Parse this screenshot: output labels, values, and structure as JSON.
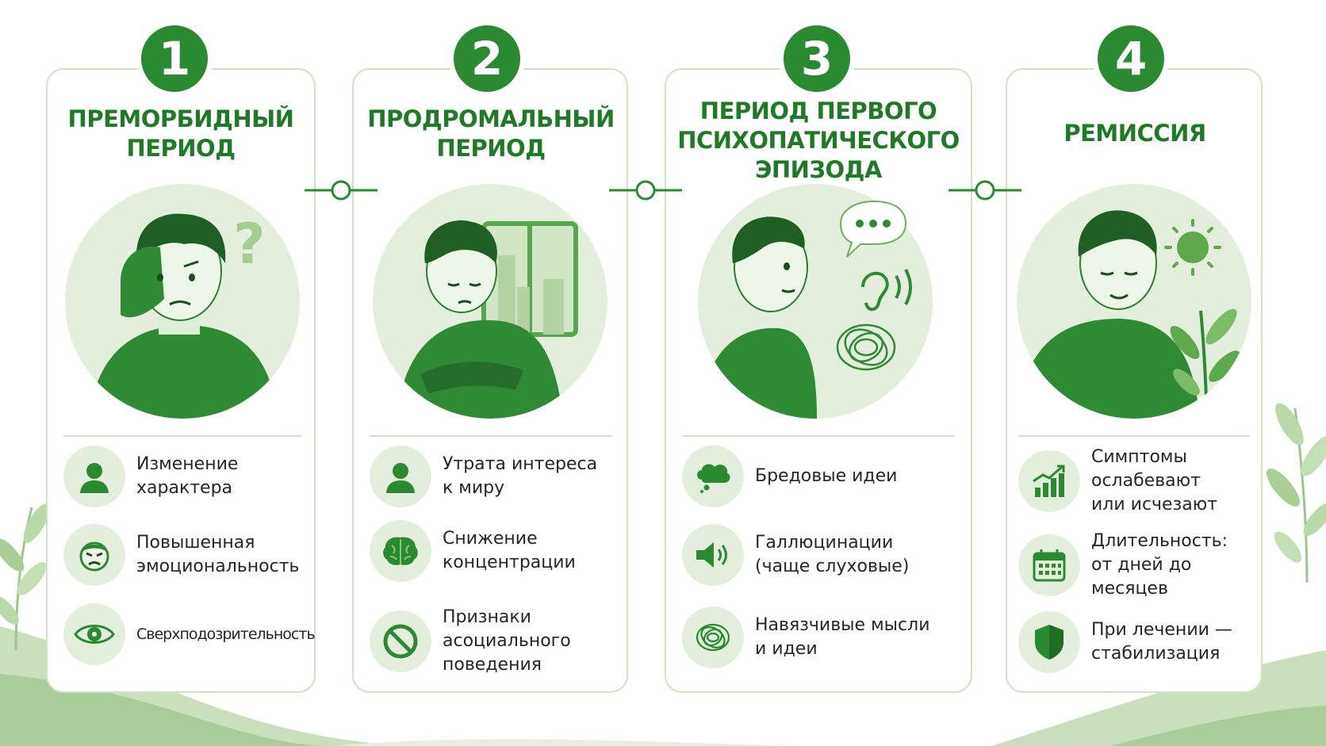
{
  "colors": {
    "primary": "#2a8a2f",
    "title": "#1f7a26",
    "soft": "#e3efdc",
    "border": "#cfe4c4"
  },
  "stages": [
    {
      "number": "1",
      "title": [
        "ПРЕМОРБИДНЫЙ",
        "ПЕРИОД"
      ],
      "illustration": "worried-man-question-mark",
      "items": [
        {
          "icon": "person-icon",
          "lines": [
            "Изменение",
            "характера"
          ]
        },
        {
          "icon": "angry-face-icon",
          "lines": [
            "Повышенная",
            "эмоциональность"
          ]
        },
        {
          "icon": "eye-icon",
          "lines": [
            "Сверхподозрительность"
          ]
        }
      ]
    },
    {
      "number": "2",
      "title": [
        "ПРОДРОМАЛЬНЫЙ",
        "ПЕРИОД"
      ],
      "illustration": "withdrawn-man-window",
      "items": [
        {
          "icon": "person-icon",
          "lines": [
            "Утрата интереса",
            "к миру"
          ]
        },
        {
          "icon": "brain-icon",
          "lines": [
            "Снижение",
            "концентрации"
          ]
        },
        {
          "icon": "prohibited-icon",
          "lines": [
            "Признаки",
            "асоциального",
            "поведения"
          ]
        }
      ]
    },
    {
      "number": "3",
      "title": [
        "ПЕРИОД ПЕРВОГО",
        "ПСИХОПАТИЧЕСКОГО",
        "ЭПИЗОДА"
      ],
      "illustration": "man-hearing-voices",
      "items": [
        {
          "icon": "thought-cloud-icon",
          "lines": [
            "Бредовые идеи"
          ]
        },
        {
          "icon": "speaker-icon",
          "lines": [
            "Галлюцинации",
            "(чаще слуховые)"
          ]
        },
        {
          "icon": "tangle-icon",
          "lines": [
            "Навязчивые мысли",
            "и идеи"
          ]
        }
      ]
    },
    {
      "number": "4",
      "title": [
        "РЕМИССИЯ"
      ],
      "illustration": "calm-man-sun-plant",
      "items": [
        {
          "icon": "growth-chart-icon",
          "lines": [
            "Симптомы",
            "ослабевают",
            "или исчезают"
          ]
        },
        {
          "icon": "calendar-icon",
          "lines": [
            "Длительность:",
            "от дней до",
            "месяцев"
          ]
        },
        {
          "icon": "shield-icon",
          "lines": [
            "При лечении —",
            "стабилизация"
          ]
        }
      ]
    }
  ]
}
